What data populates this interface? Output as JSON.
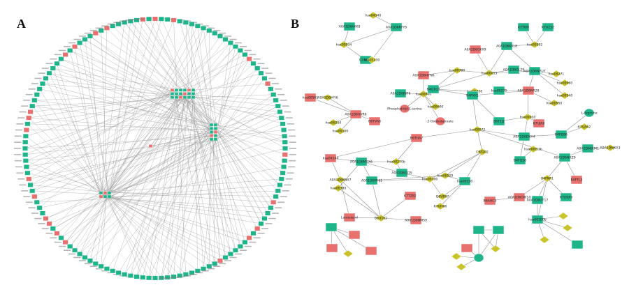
{
  "panels": {
    "a_label": "A",
    "b_label": "B"
  },
  "colors": {
    "teal": "#1fb58a",
    "red": "#e8706f",
    "olive": "#c8c42a",
    "edge": "#9a9a9a"
  },
  "panel_b": {
    "labels": {
      "n1": "A0A1D6KKK8",
      "n2": "A0A1D6KYY8",
      "n3": "O24A1B",
      "n4": "hsa00534",
      "n5": "hsa01230",
      "n6": "hsa04140",
      "n7": "K7TI00",
      "n8": "K7U232",
      "n9": "hsa00592",
      "n10": "A0A1D6KKL8",
      "n11": "A0A1D6GKX9",
      "n12": "A0A1D6HYN6",
      "n13": "hsa00780",
      "n14": "hsa00053",
      "n15": "A0A1D6GLZ6",
      "n16": "A0A1D6N7U7",
      "n17": "hsa04271",
      "n18": "hsa00960",
      "n19": "hsa00540",
      "n20": "A0A1D6JNT6",
      "n21": "hsa00860",
      "n22": "B4G1Q3",
      "n23": "hsa00730",
      "n24": "B4FXK1",
      "n25": "hsa00270",
      "n26": "A0A1D6NR28",
      "n27": "hsa00950",
      "n28": "A0A1D6JHY6",
      "n29": "hsa00565",
      "n30": "K7UJA8",
      "n31": "L-Arginine",
      "n32": "A0A1D6UVR6",
      "n33": "hsa00250",
      "n34": "Phosphatidyl-L-serine",
      "n35": "hsa00600",
      "n36": "2-Oxobutanoate",
      "n37": "B6TVA8",
      "n38": "B6T1J2",
      "n39": "hsa00100",
      "n40": "hsa00010",
      "n41": "B4FQ96",
      "n42": "A0A1D6DKH4",
      "n43": "K7UA62",
      "n44": "hsa00072",
      "n45": "B6THA7",
      "n46": "A0A1D6KKM1",
      "n47": "A0A1D6JKA3",
      "n48": "B4FQ56",
      "n49": "hsa00053b",
      "n50": "A0A1D6NXZ9",
      "n51": "hsa04144",
      "n52": "hsa00270b",
      "n53": "A0A1D6MDX6",
      "n54": "A0A1D6GJ15",
      "n55": "C0P202",
      "n56": "B4FNF1",
      "n57": "B4FTL3",
      "n58": "A0A1D6KNX7",
      "n59": "A0A1D6MHJ1",
      "n60": "hsa00790",
      "n61": "hsa00520",
      "n62": "hsa00330",
      "n63": "Q8VB97",
      "n64": "B6AHC3",
      "n65": "A0A1D6GW14",
      "n66": "A0A1D6UT17",
      "n67": "K7U9X9",
      "n68": "hsa00380",
      "n69": "K7TZ82",
      "n70": "K7UH06",
      "n71": "B6U162",
      "n72": "A0A1D6NMS9",
      "n73": "Lanosterol",
      "n74": "hsa00100b"
    }
  }
}
